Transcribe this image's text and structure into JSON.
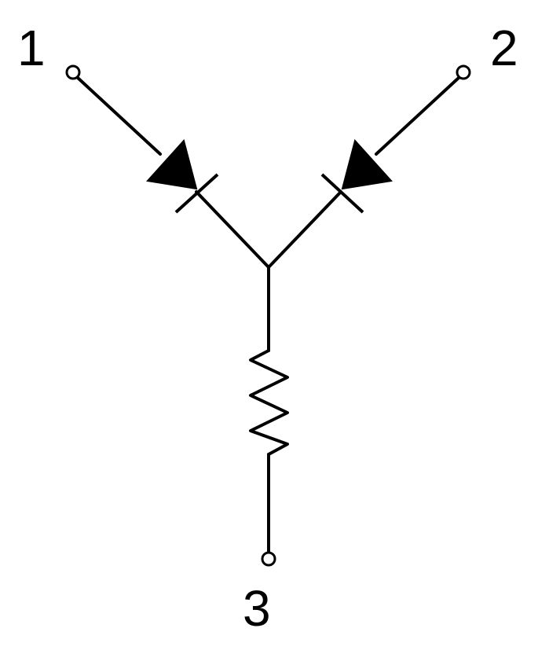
{
  "diagram": {
    "terminals": {
      "pin1": "1",
      "pin2": "2",
      "pin3": "3"
    },
    "components": {
      "diode_1": "diode",
      "diode_2": "diode",
      "resistor": "resistor"
    },
    "colors": {
      "line": "#000000",
      "background": "#ffffff"
    }
  }
}
